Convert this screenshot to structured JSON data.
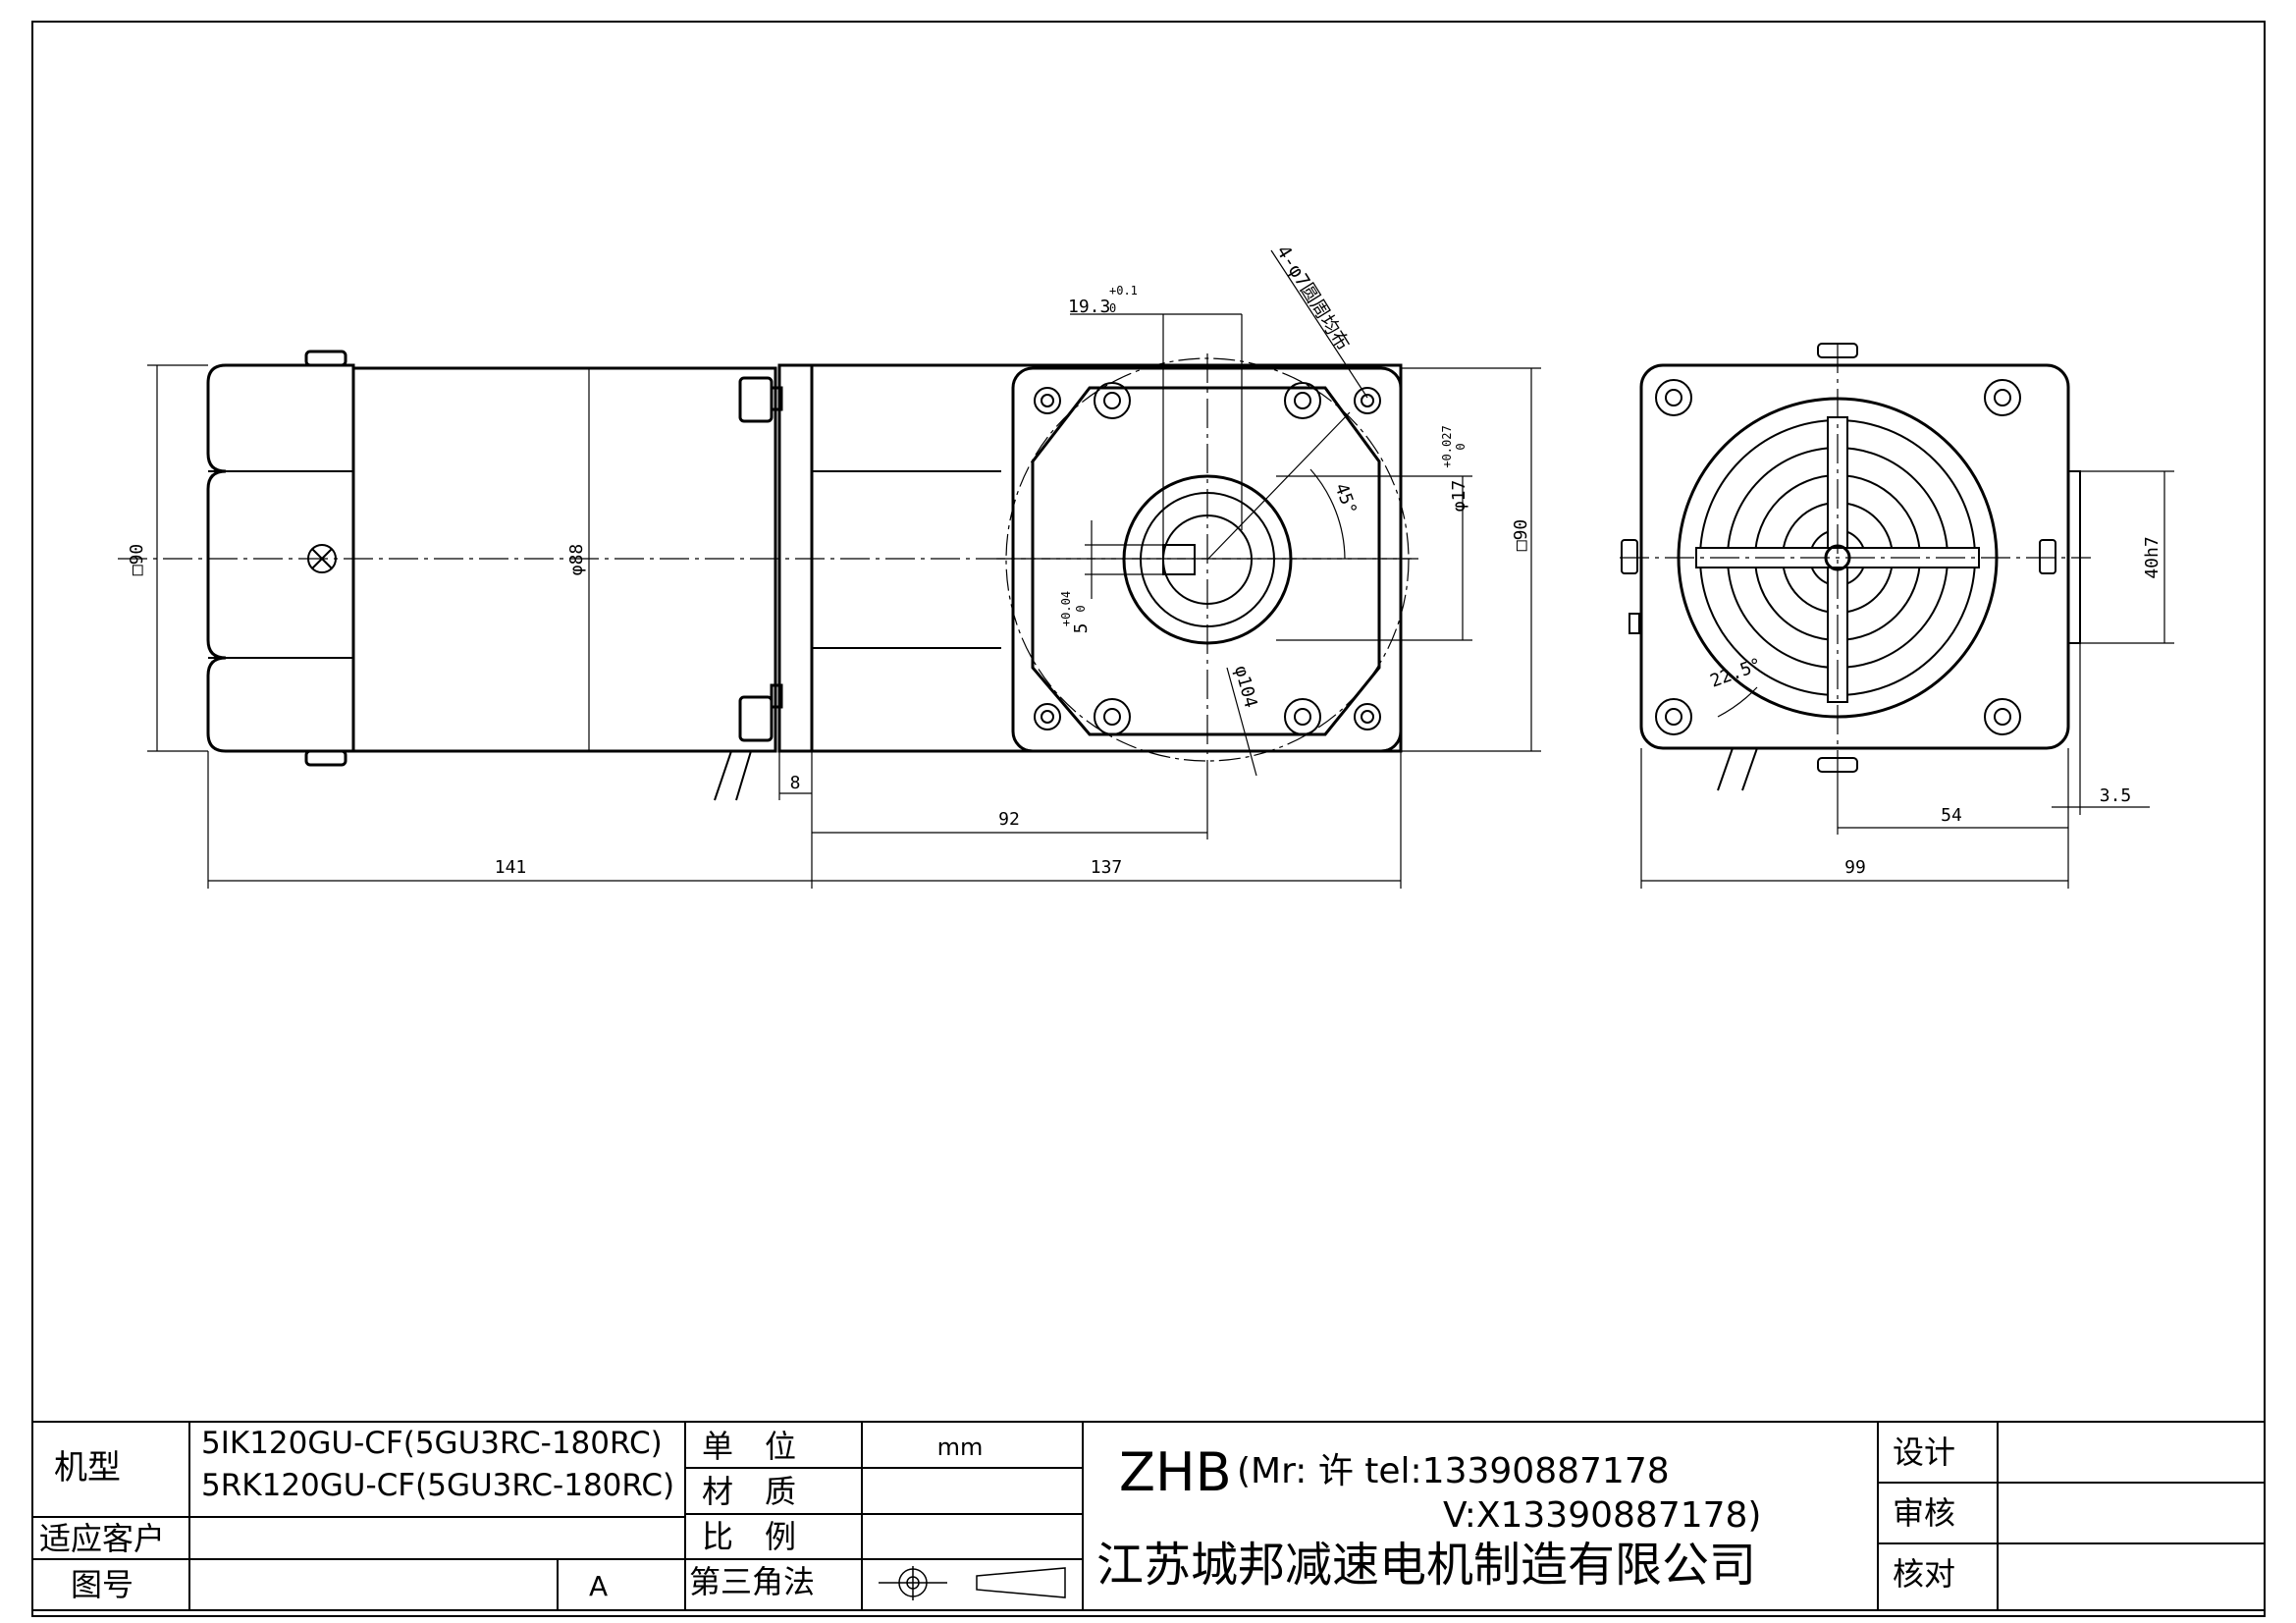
{
  "dimensions": {
    "side_height_sq": "□90",
    "motor_dia": "φ88",
    "motor_length": "141",
    "flange_thickness": "8",
    "gear_length": "137",
    "shaft_offset": "92",
    "keyway_width": "19.3",
    "keyway_width_tol": "+0.1",
    "keyway_width_tol2": "0",
    "mount_holes": "4-φ7圆周均布",
    "shaft_dia": "φ17",
    "shaft_dia_tol": "+0.027",
    "shaft_dia_tol2": "0",
    "front_sq": "□90",
    "key_width": "5",
    "key_tol": "+0.04",
    "key_tol2": "0",
    "angle_45": "45°",
    "pcd": "φ104",
    "rear_spigot": "40h7",
    "rear_angle": "22.5°",
    "rear_offset": "54",
    "rear_width": "99",
    "rear_spigot_len": "3.5"
  },
  "title_block": {
    "model_label": "机型",
    "model_1": "5IK120GU-CF(5GU3RC-180RC)",
    "model_2": "5RK120GU-CF(5GU3RC-180RC)",
    "customer_label": "适应客户",
    "drawing_no_label": "图号",
    "revision": "A",
    "unit_label": "单　位",
    "unit_value": "mm",
    "material_label": "材　质",
    "scale_label": "比　例",
    "projection_label": "第三角法",
    "company_code": "ZHB",
    "contact_1": "(Mr: 许 tel:13390887178",
    "contact_2": "V:X13390887178)",
    "company_name": "江苏城邦减速电机制造有限公司",
    "design_label": "设计",
    "review_label": "审核",
    "check_label": "核对"
  }
}
